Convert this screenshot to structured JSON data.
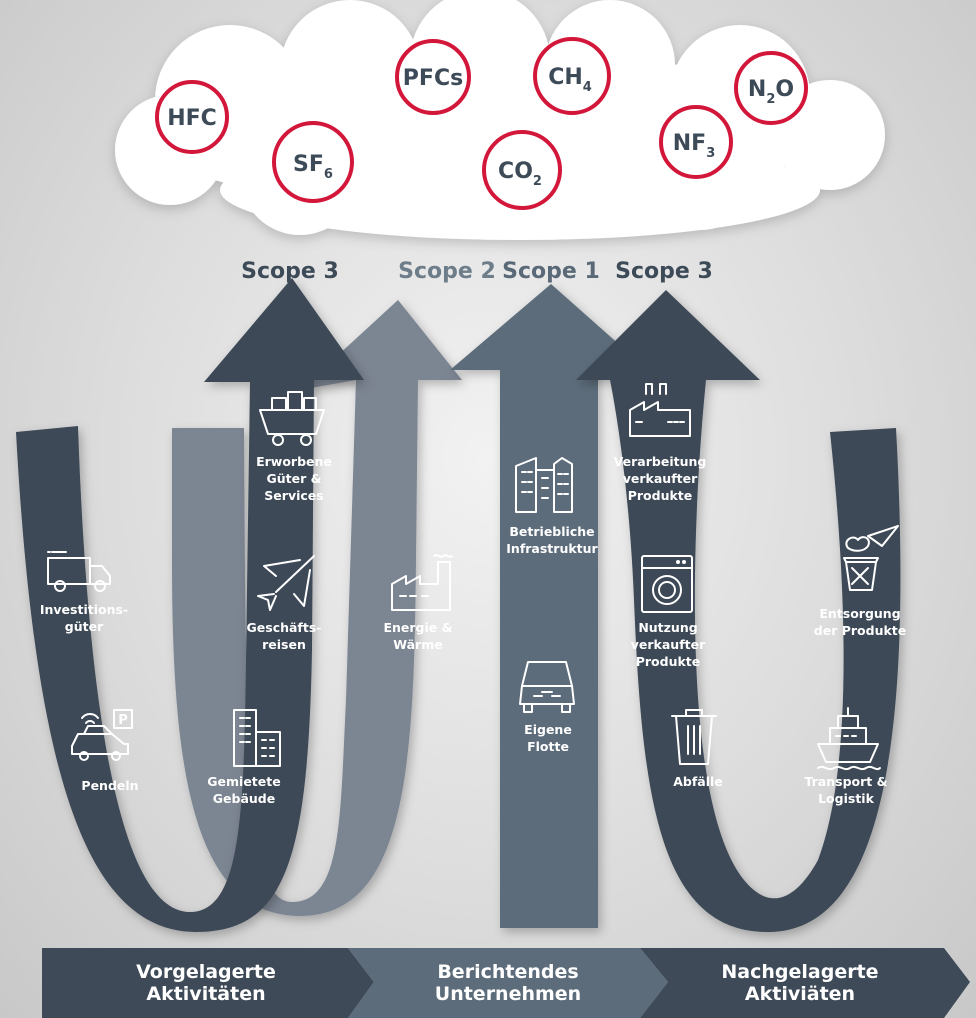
{
  "gases": [
    "HFC",
    "SF6",
    "PFCs",
    "CO2",
    "CH4",
    "NF3",
    "N2O"
  ],
  "gas_parts": {
    "hfc": "HFC",
    "sf6": {
      "base": "SF",
      "sub": "6"
    },
    "pfcs": "PFCs",
    "co2": {
      "base": "CO",
      "sub": "2"
    },
    "ch4": {
      "base": "CH",
      "sub": "4"
    },
    "nf3": {
      "base": "NF",
      "sub": "3"
    },
    "n2o": {
      "pre": "N",
      "sub": "2",
      "post": "O"
    }
  },
  "scopes": {
    "scope3_upstream": "Scope 3",
    "scope2": "Scope 2",
    "scope1": "Scope 1",
    "scope3_downstream": "Scope 3"
  },
  "labels": {
    "investitionsgueter": [
      "Investitions-",
      "güter"
    ],
    "pendeln": [
      "Pendeln"
    ],
    "erworbene": [
      "Erworbene",
      "Güter &",
      "Services"
    ],
    "geschaeftsreisen": [
      "Geschäfts-",
      "reisen"
    ],
    "gemietete": [
      "Gemietete",
      "Gebäude"
    ],
    "energie": [
      "Energie &",
      "Wärme"
    ],
    "betriebliche": [
      "Betriebliche",
      "Infrastruktur"
    ],
    "flotte": [
      "Eigene",
      "Flotte"
    ],
    "verarbeitung": [
      "Verarbeitung",
      "verkaufter",
      "Produkte"
    ],
    "nutzung": [
      "Nutzung",
      "verkaufter",
      "Produkte"
    ],
    "abfaelle": [
      "Abfälle"
    ],
    "entsorgung": [
      "Entsorgung",
      "der Produkte"
    ],
    "transport": [
      "Transport &",
      "Logistik"
    ]
  },
  "bands": {
    "vorgelagerte": [
      "Vorgelagerte",
      "Aktivitäten"
    ],
    "berichtendes": [
      "Berichtendes",
      "Unternehmen"
    ],
    "nachgelagerte": [
      "Nachgelagerte",
      "Aktiviäten"
    ]
  },
  "icons": [
    "truck-icon",
    "parking-car-icon",
    "mine-cart-icon",
    "airplane-icon",
    "building-icon",
    "factory-icon",
    "houses-icon",
    "car-icon",
    "factory-icon",
    "washing-machine-icon",
    "trash-bin-icon",
    "waste-basket-icon",
    "ship-icon"
  ],
  "colors": {
    "circle_red": "#d3173a",
    "dark_arrow": "#3e4a57",
    "mid_arrow": "#5c6c7a",
    "light_arrow": "#7b8592",
    "scope_dark": "#3d4a57",
    "scope_light": "#6e7d8a"
  }
}
